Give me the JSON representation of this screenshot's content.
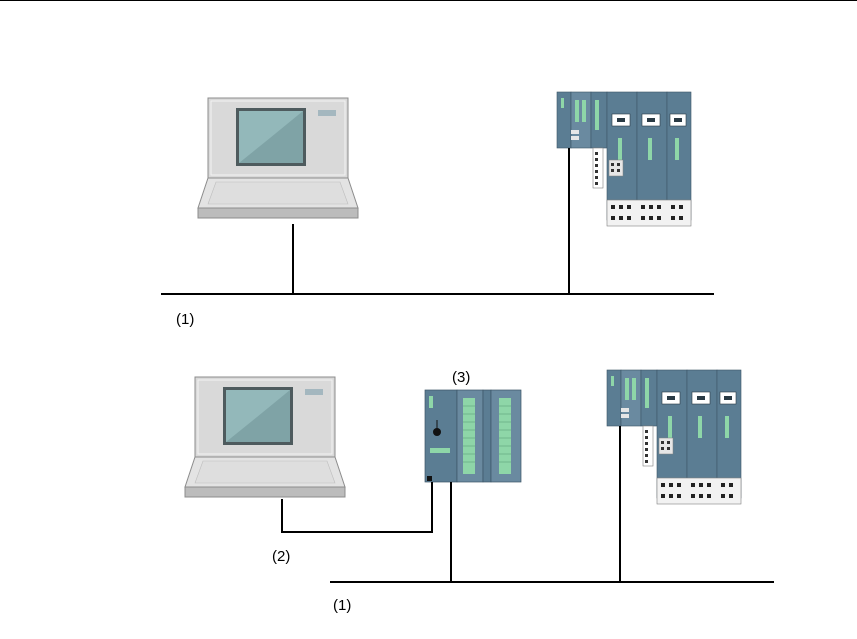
{
  "labels": {
    "bus_top": "(1)",
    "bus_bottom": "(1)",
    "cable": "(2)",
    "controller": "(3)"
  },
  "colors": {
    "line": "#000000",
    "laptop_body": "#d9d9d9",
    "laptop_shadow": "#a9a9a9",
    "screen": "#7fa3a6",
    "module_blue": "#5b7d93",
    "module_dark": "#4a6b80",
    "led_green": "#8ed6a8"
  },
  "icons": [
    "laptop-icon",
    "remote-io-station-icon",
    "plc-controller-icon"
  ]
}
